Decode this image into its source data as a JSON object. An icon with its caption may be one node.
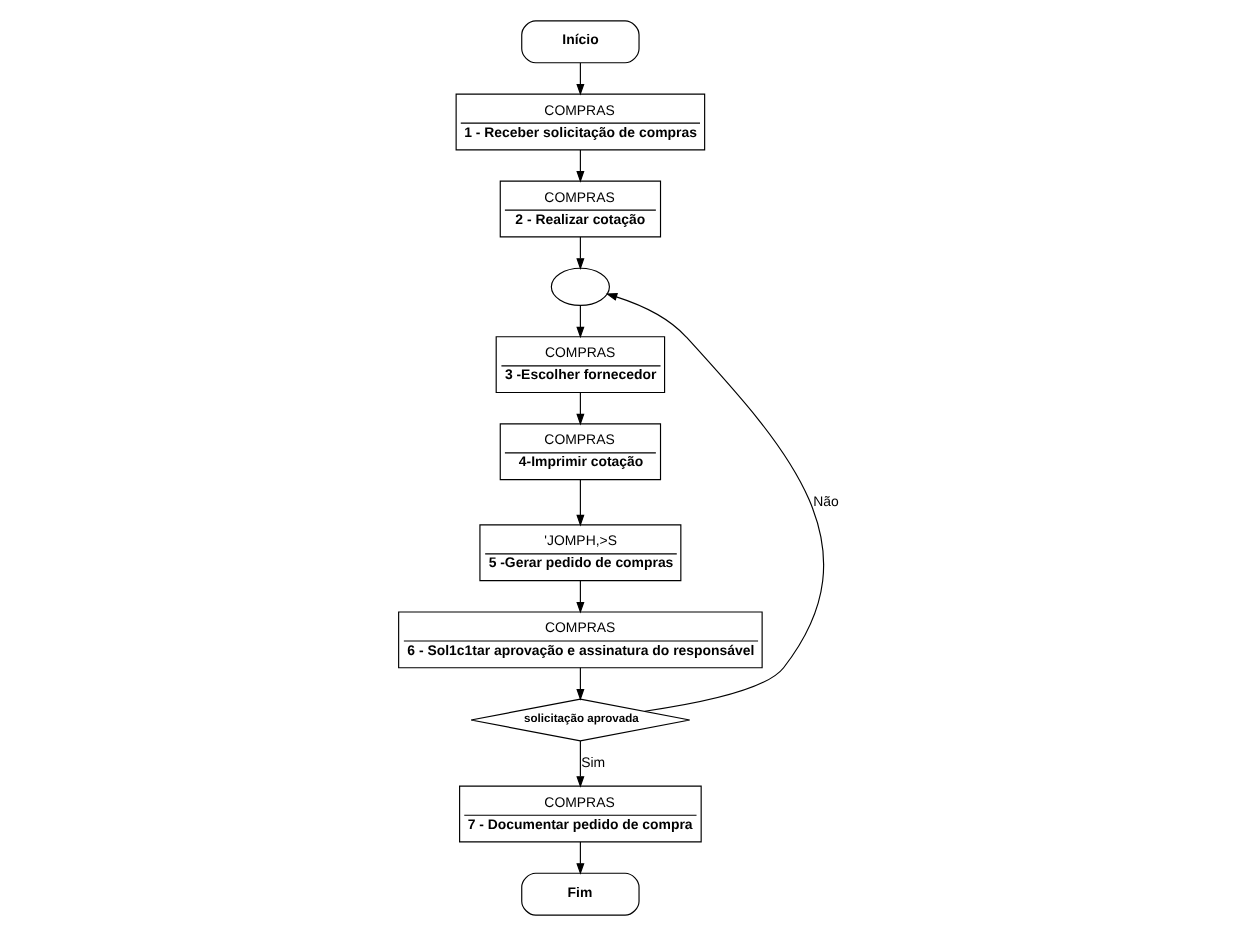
{
  "diagram": {
    "nodes": [
      {
        "text": [
          "Início"
        ]
      },
      {
        "text": [
          "COMPRAS",
          "1 - Receber solicitação de compras"
        ]
      },
      {
        "text": [
          "COMPRAS",
          "2 - Realizar cotação"
        ]
      },
      {
        "text": [],
        "shape": "circle"
      },
      {
        "text": [
          "COMPRAS",
          "3 -Escolher fornecedor"
        ]
      },
      {
        "text": [
          "COMPRAS",
          "4-Imprimir cotação"
        ]
      },
      {
        "text": [
          "'JOMPH,>S",
          "5 -Gerar pedido de compras"
        ]
      },
      {
        "text": [
          "COMPRAS",
          "6 - Sol1c1tar aprovação e assinatura do responsável"
        ]
      },
      {
        "text": [
          "solicitação aprovada"
        ]
      },
      {
        "text": [
          "COMPRAS",
          "7 - Documentar pedido de compra"
        ]
      },
      {
        "text": [
          "Fim"
        ]
      }
    ],
    "edges": [
      {
        "from": 0,
        "to": 1,
        "arrow": "to"
      },
      {
        "from": 1,
        "to": 2,
        "arrow": "to"
      },
      {
        "from": 2,
        "to": 3,
        "arrow": "to"
      },
      {
        "from": 3,
        "to": 4,
        "arrow": "to"
      },
      {
        "from": 4,
        "to": 5,
        "arrow": "to"
      },
      {
        "from": 5,
        "to": 6,
        "arrow": "to"
      },
      {
        "from": 6,
        "to": 7,
        "arrow": "to"
      },
      {
        "from": 7,
        "to": 8,
        "arrow": "to"
      },
      {
        "from": 8,
        "to": 9,
        "arrow": "to",
        "label": "Sim"
      },
      {
        "from": 8,
        "to": 3,
        "arrow": "to",
        "label": "Não"
      },
      {
        "from": 9,
        "to": 10,
        "arrow": "to"
      }
    ]
  }
}
